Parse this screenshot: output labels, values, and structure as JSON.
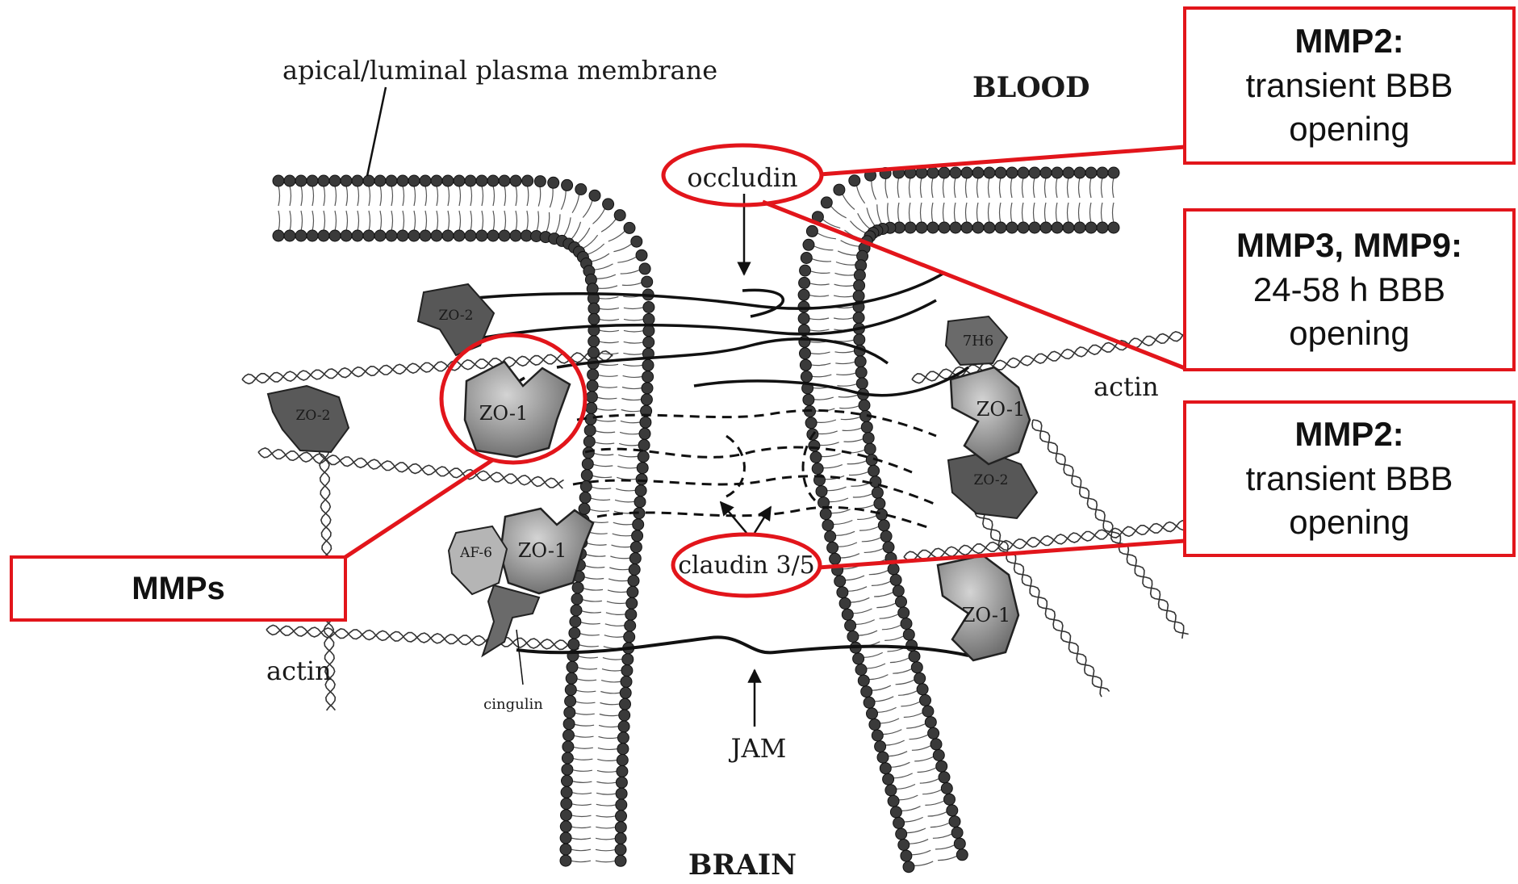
{
  "labels": {
    "membrane": "apical/luminal plasma membrane",
    "blood": "BLOOD",
    "brain": "BRAIN",
    "occludin": "occludin",
    "claudin": "claudin 3/5",
    "jam": "JAM",
    "actin_right": "actin",
    "actin_left": "actin",
    "cingulin": "cingulin"
  },
  "proteins": {
    "zo2_a": "ZO-2",
    "zo2_b": "ZO-2",
    "zo2_c": "ZO-2",
    "zo1_circled": "ZO-1",
    "zo1_lower_left": "ZO-1",
    "zo1_right_upper": "ZO-1",
    "zo1_right_lower": "ZO-1",
    "af6": "AF-6",
    "h7": "7H6"
  },
  "callouts": {
    "mmp2_top": {
      "title": "MMP2:",
      "line1": "transient BBB",
      "line2": "opening"
    },
    "mmp3_mmp9": {
      "title": "MMP3, MMP9:",
      "line1": "24-58 h BBB",
      "line2": "opening"
    },
    "mmp2_bottom": {
      "title": "MMP2:",
      "line1": "transient BBB",
      "line2": "opening"
    },
    "mmps": {
      "title": "MMPs"
    }
  },
  "colors": {
    "highlight": "#e2151b",
    "protein_dark": "#555555",
    "protein_mid": "#8a8a8a",
    "protein_light": "#b8b8b8"
  }
}
